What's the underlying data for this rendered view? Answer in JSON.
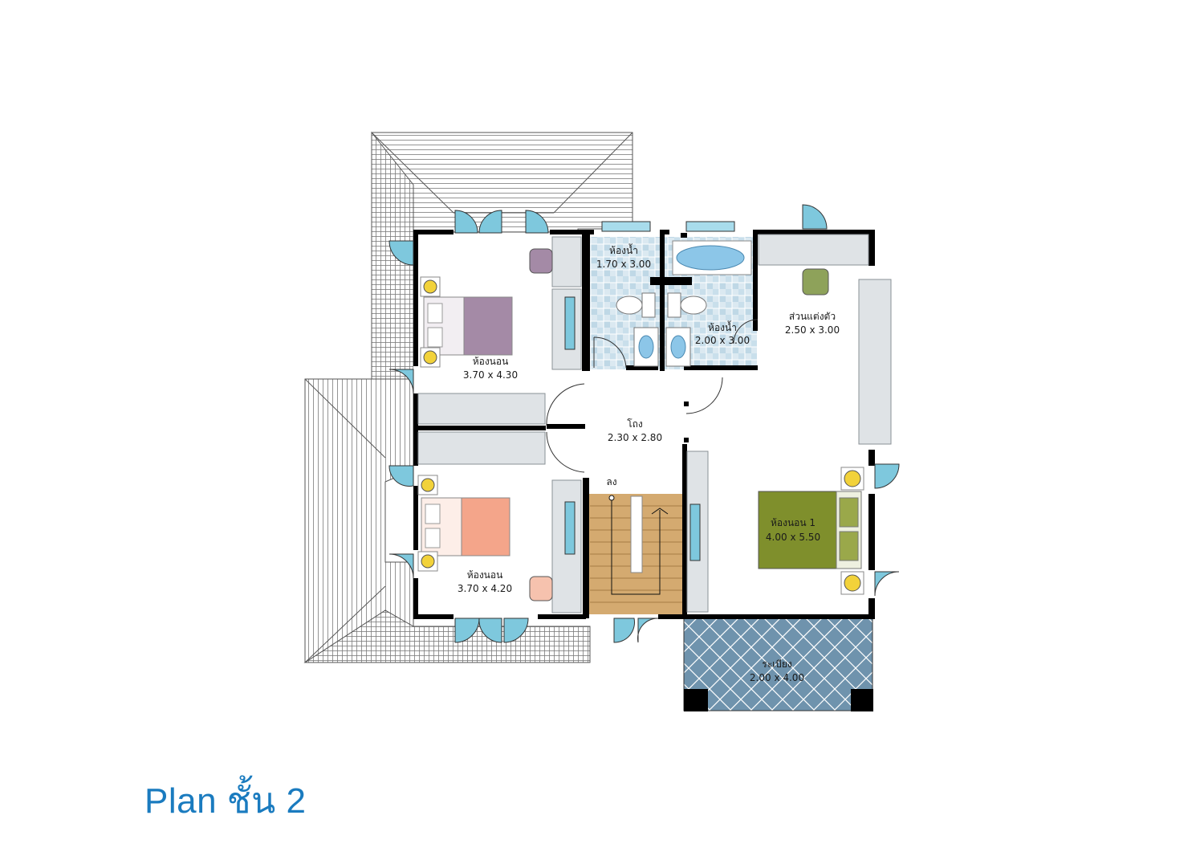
{
  "page": {
    "title": "Plan ชั้น 2"
  },
  "rooms": {
    "bedroom_left_top": {
      "name": "ห้องนอน",
      "size": "3.70 x 4.30"
    },
    "bathroom_1": {
      "name": "ห้องน้ำ",
      "size": "1.70 x 3.00"
    },
    "bathroom_2": {
      "name": "ห้องน้ำ",
      "size": "2.00 x 3.00"
    },
    "dressing": {
      "name": "ส่วนแต่งตัว",
      "size": "2.50 x 3.00"
    },
    "hall": {
      "name": "โถง",
      "size": "2.30 x 2.80"
    },
    "stair": {
      "label": "ลง"
    },
    "bedroom_left_bottom": {
      "name": "ห้องนอน",
      "size": "3.70 x 4.20"
    },
    "master_bedroom": {
      "name": "ห้องนอน 1",
      "size": "4.00 x 5.50"
    },
    "balcony": {
      "name": "ระเบียง",
      "size": "2.00 x 4.00"
    }
  },
  "colors": {
    "wall": "#000000",
    "roof_line": "#777777",
    "door": "#7ec8dd",
    "tile": "#cfe3ee",
    "bath": "#8cc6e8",
    "stair": "#d4aa70",
    "bed_purple": "#a48aa6",
    "bed_salmon": "#f4a58a",
    "bed_olive": "#7f8f2c",
    "balcony": "#6b8fa8",
    "cabinet": "#dfe3e6",
    "lamp": "#f2d23a",
    "title": "#1a7bbf"
  },
  "icons": [
    "door-swing-icon",
    "bed-icon",
    "bathtub-icon",
    "toilet-icon",
    "sink-icon",
    "lamp-icon",
    "chair-icon",
    "tv-icon",
    "stair-arrow-icon"
  ]
}
